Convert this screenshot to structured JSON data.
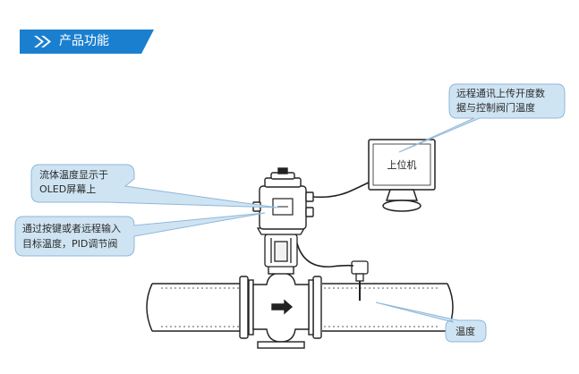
{
  "section": {
    "title": "产品功能",
    "accent_color": "#1b7fcf",
    "icon": "double-chevron-right-icon"
  },
  "diagram": {
    "pc_label": "上位机",
    "callouts": {
      "host": [
        "远程通讯上传开度数",
        "据与控制阀门温度"
      ],
      "display": [
        "流体温度显示于",
        "OLED屏幕上"
      ],
      "input": [
        "通过按键或者远程输入",
        "目标温度，PID调节阀"
      ],
      "temperature": "温度"
    },
    "bubble_color": "#cfe4f3",
    "bubble_stroke": "#8fb7d8"
  }
}
